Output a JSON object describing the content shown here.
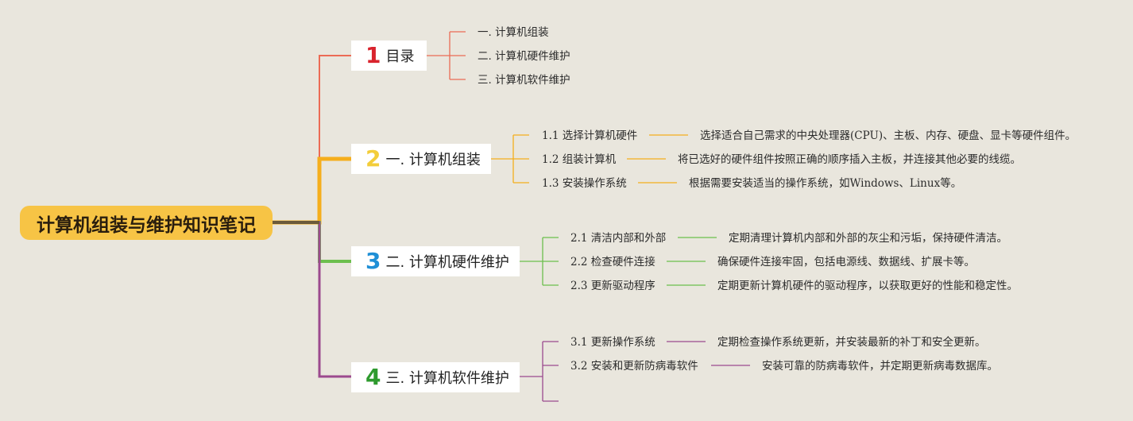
{
  "root": {
    "title": "计算机组装与维护知识笔记",
    "color": "#f7c445"
  },
  "branches": [
    {
      "num": "1",
      "num_color": "#d9232d",
      "label": "目录",
      "line_color": "#ec6b55",
      "items": [
        {
          "label": "一. 计算机组装"
        },
        {
          "label": "二. 计算机硬件维护"
        },
        {
          "label": "三. 计算机软件维护"
        }
      ]
    },
    {
      "num": "2",
      "num_color": "#f3cd3a",
      "label": "一. 计算机组装",
      "line_color": "#f5ae1c",
      "items": [
        {
          "label": "1.1 选择计算机硬件",
          "desc": "选择适合自己需求的中央处理器(CPU)、主板、内存、硬盘、显卡等硬件组件。"
        },
        {
          "label": "1.2 组装计算机",
          "desc": "将已选好的硬件组件按照正确的顺序插入主板，并连接其他必要的线缆。"
        },
        {
          "label": "1.3 安装操作系统",
          "desc": "根据需要安装适当的操作系统，如Windows、Linux等。"
        }
      ]
    },
    {
      "num": "3",
      "num_color": "#1f8fd6",
      "label": "二. 计算机硬件维护",
      "line_color": "#6cbf4d",
      "items": [
        {
          "label": "2.1 清洁内部和外部",
          "desc": "定期清理计算机内部和外部的灰尘和污垢，保持硬件清洁。"
        },
        {
          "label": "2.2 检查硬件连接",
          "desc": "确保硬件连接牢固，包括电源线、数据线、扩展卡等。"
        },
        {
          "label": "2.3 更新驱动程序",
          "desc": "定期更新计算机硬件的驱动程序，以获取更好的性能和稳定性。"
        }
      ]
    },
    {
      "num": "4",
      "num_color": "#2e9a2e",
      "label": "三. 计算机软件维护",
      "line_color": "#9c4a8e",
      "items": [
        {
          "label": "3.1 更新操作系统",
          "desc": "定期检查操作系统更新，并安装最新的补丁和安全更新。"
        },
        {
          "label": "3.2 安装和更新防病毒软件",
          "desc": "安装可靠的防病毒软件，并定期更新病毒数据库。"
        }
      ]
    }
  ]
}
